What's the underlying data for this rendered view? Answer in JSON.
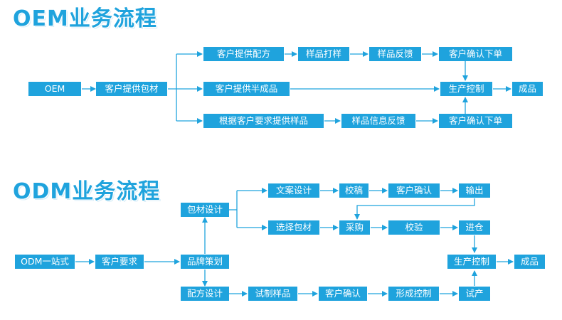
{
  "colors": {
    "accent": "#1fa3dd",
    "background": "#ffffff"
  },
  "oem": {
    "title": "OEM业务流程",
    "nodes": {
      "oem": "OEM",
      "packaging": "客户提供包材",
      "formula": "客户提供配方",
      "semi": "客户提供半成品",
      "sample": "根据客户要求提供样品",
      "sample_trial": "样品打样",
      "sample_feedback": "样品反馈",
      "info_feedback": "样品信息反馈",
      "confirm_order_top": "客户确认下单",
      "confirm_order_bottom": "客户确认下单",
      "production": "生产控制",
      "product": "成品"
    }
  },
  "odm": {
    "title": "ODM业务流程",
    "nodes": {
      "onestop": "ODM一站式",
      "requirement": "客户要求",
      "brand": "品牌策划",
      "packaging_design": "包材设计",
      "copy_design": "文案设计",
      "proofread": "校稿",
      "client_confirm": "客户确认",
      "output": "输出",
      "choose_packaging": "选择包材",
      "purchase": "采购",
      "inspect": "校验",
      "warehouse": "进仓",
      "production": "生产控制",
      "product": "成品",
      "formula_design": "配方设计",
      "trial_sample": "试制样品",
      "client_confirm2": "客户确认",
      "form_control": "形成控制",
      "trial_production": "试产"
    }
  }
}
